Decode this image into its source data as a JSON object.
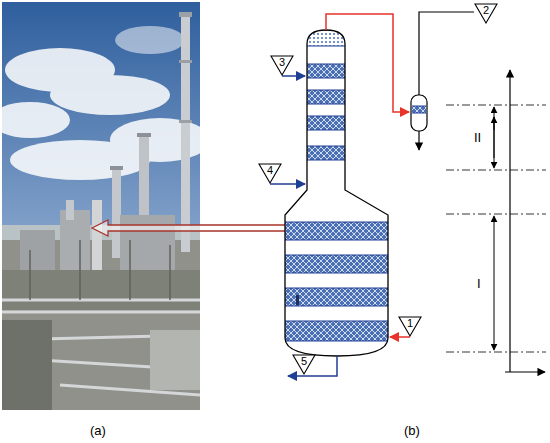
{
  "diagram": {
    "nodes": [
      {
        "text": [
          "1"
        ]
      },
      {
        "text": [
          "2"
        ]
      },
      {
        "text": [
          "3"
        ]
      },
      {
        "text": [
          "4"
        ]
      },
      {
        "text": [
          "5"
        ]
      }
    ],
    "labels": [
      "(a)",
      "(b)",
      "I",
      "II"
    ]
  }
}
